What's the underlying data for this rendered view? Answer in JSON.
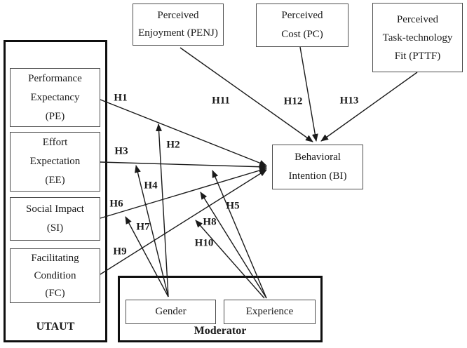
{
  "boxes": {
    "utaut_group": {
      "label": "UTAUT"
    },
    "moderator_group": {
      "label": "Moderator"
    },
    "pe": {
      "line1": "Performance",
      "line2": "Expectancy",
      "line3": "(PE)"
    },
    "ee": {
      "line1": "Effort",
      "line2": "Expectation",
      "line3": "(EE)"
    },
    "si": {
      "line1": "Social Impact",
      "line2": "(SI)"
    },
    "fc": {
      "line1": "Facilitating",
      "line2": "Condition",
      "line3": "(FC)"
    },
    "penj": {
      "line1": "Perceived",
      "line2": "Enjoyment (PENJ)"
    },
    "pc": {
      "line1": "Perceived",
      "line2": "Cost (PC)"
    },
    "pttf": {
      "line1": "Perceived",
      "line2": "Task-technology",
      "line3": "Fit (PTTF)"
    },
    "bi": {
      "line1": "Behavioral",
      "line2": "Intention (BI)"
    },
    "gender": {
      "label": "Gender"
    },
    "experience": {
      "label": "Experience"
    }
  },
  "arrow_labels": {
    "h1": "H1",
    "h2": "H2",
    "h3": "H3",
    "h4": "H4",
    "h5": "H5",
    "h6": "H6",
    "h7": "H7",
    "h8": "H8",
    "h9": "H9",
    "h10": "H10",
    "h11": "H11",
    "h12": "H12",
    "h13": "H13"
  },
  "relationships": [
    {
      "label": "H1",
      "from": "Performance Expectancy (PE)",
      "to": "Behavioral Intention (BI)"
    },
    {
      "label": "H2",
      "from": "Gender",
      "moderates": "PE → BI"
    },
    {
      "label": "H3",
      "from": "Effort Expectation (EE)",
      "to": "Behavioral Intention (BI)"
    },
    {
      "label": "H4",
      "from": "Gender",
      "moderates": "EE → BI"
    },
    {
      "label": "H5",
      "from": "Experience",
      "moderates": "EE → BI"
    },
    {
      "label": "H6",
      "from": "Social Impact (SI)",
      "to": "Behavioral Intention (BI)"
    },
    {
      "label": "H7",
      "from": "Gender",
      "moderates": "SI → BI"
    },
    {
      "label": "H8",
      "from": "Experience",
      "moderates": "SI → BI"
    },
    {
      "label": "H9",
      "from": "Facilitating Condition (FC)",
      "to": "Behavioral Intention (BI)"
    },
    {
      "label": "H10",
      "from": "Experience",
      "moderates": "FC → BI"
    },
    {
      "label": "H11",
      "from": "Perceived Enjoyment (PENJ)",
      "to": "Behavioral Intention (BI)"
    },
    {
      "label": "H12",
      "from": "Perceived Cost (PC)",
      "to": "Behavioral Intention (BI)"
    },
    {
      "label": "H13",
      "from": "Perceived Task-technology Fit (PTTF)",
      "to": "Behavioral Intention (BI)"
    }
  ],
  "colors": {
    "background": "#ffffff",
    "line": "#1a1a1a",
    "text": "#1a1a1a",
    "border_thin": "#4d4d4d",
    "border_thick": "#0f0f0f"
  }
}
